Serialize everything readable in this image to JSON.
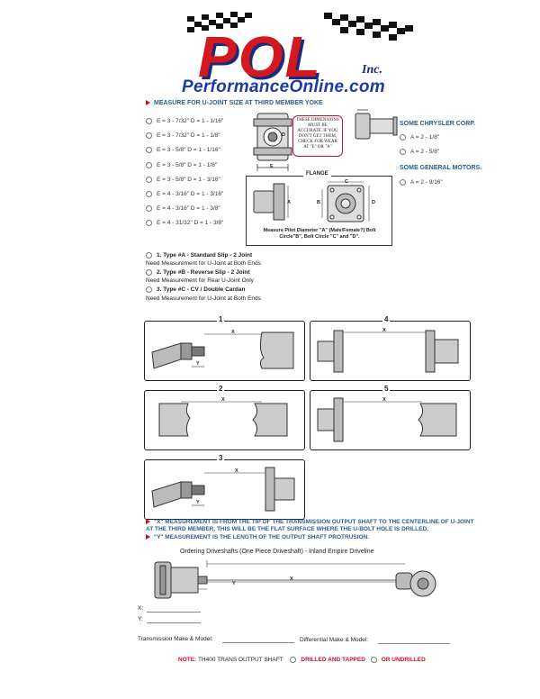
{
  "logo": {
    "main": "POL",
    "inc": "Inc.",
    "site": "PerformanceOnline.com"
  },
  "section_title": "MEASURE FOR U-JOINT SIZE AT THIRD MEMBER YOKE",
  "yoke_options": [
    "E = 3 - 7/32\"   D = 1 - 1/16\"",
    "E = 3 - 7/32\"   D = 1 - 1/8\"",
    "E = 3 - 5/8\"   D = 1 - 1/16\"",
    "E = 3 - 5/8\"   D = 1 - 1/8\"",
    "E = 3 - 5/8\"   D = 1 - 3/16\"",
    "E = 4 - 3/16\"   D = 1 - 3/16\"",
    "E = 4 - 3/16\"   D = 1 - 3/8\"",
    "E = 4 - 31/32\"   D = 1 - 3/8\""
  ],
  "warning_box": "THESE DIMENSIONS MUST BE ACCURATE. IF YOU DON'T GET THEM, CHECK FOR WEAR AT \"E\" OR \"A\"",
  "yoke_dim_labels": {
    "e": "E",
    "d": "D"
  },
  "chrysler": {
    "title": "SOME CHRYSLER CORP.",
    "options": [
      "A = 2 - 1/8\"",
      "A = 2 - 5/8\""
    ]
  },
  "gm": {
    "title": "SOME GENERAL MOTORS.",
    "options": [
      "A = 2 - 9/16\""
    ]
  },
  "flange": {
    "title": "FLANGE",
    "labels": {
      "a": "A",
      "b": "B",
      "c": "C",
      "d": "D"
    },
    "caption": "Measure Pilot Diameter \"A\" (Male/Female?) Bolt Circle\"B\", Bolt Circle \"C\" and \"D\"."
  },
  "types": [
    {
      "label": "1. Type #A - Standard Slip - 2 Joint",
      "note": "Need Measurement for U-Joint at Both Ends"
    },
    {
      "label": "2. Type #B - Reverse Slip - 2 Joint",
      "note": "Need Measurement for Rear U-Joint Only"
    },
    {
      "label": "3. Type #C - CV / Double Cardan",
      "note": "Need Measurement for U-Joint at Both Ends"
    }
  ],
  "diagrams": [
    {
      "num": "1",
      "x": "X",
      "y": "Y"
    },
    {
      "num": "2",
      "x": "X"
    },
    {
      "num": "3",
      "x": "X",
      "y": "Y"
    },
    {
      "num": "4",
      "x": "X"
    },
    {
      "num": "5",
      "x": "X"
    }
  ],
  "notes": [
    "\"X\" MEASUREMENT IS FROM THE TIP OF THE TRANSMISSION OUTPUT SHAFT TO THE CENTERLINE OF U-JOINT AT THE THIRD MEMBER. THIS WILL BE THE FLAT SURFACE WHERE THE U-BOLT HOLE IS DRILLED.",
    "\"Y\" MEASUREMENT IS THE LENGTH OF THE OUTPUT SHAFT PROTRUSION."
  ],
  "ordering_title": "Ordering Driveshafts (One Piece Driveshaft) - Inland Empire Driveline",
  "ordering_labels": {
    "x": "X",
    "y": "Y"
  },
  "fields": {
    "x": "X:",
    "y": "Y:",
    "transmission": "Transmission Make & Model:",
    "differential": "Differential Make & Model:"
  },
  "footer": {
    "note_label": "NOTE:",
    "note_text": "TH400 TRANS OUTPUT SHAFT",
    "option1": "DRILLED AND TAPPED",
    "option2": "OR UNDRILLED"
  },
  "colors": {
    "accent_red": "#c8102e",
    "heading_blue": "#2a5f8f",
    "logo_red": "#d3181f",
    "logo_blue": "#1a3aa8"
  }
}
